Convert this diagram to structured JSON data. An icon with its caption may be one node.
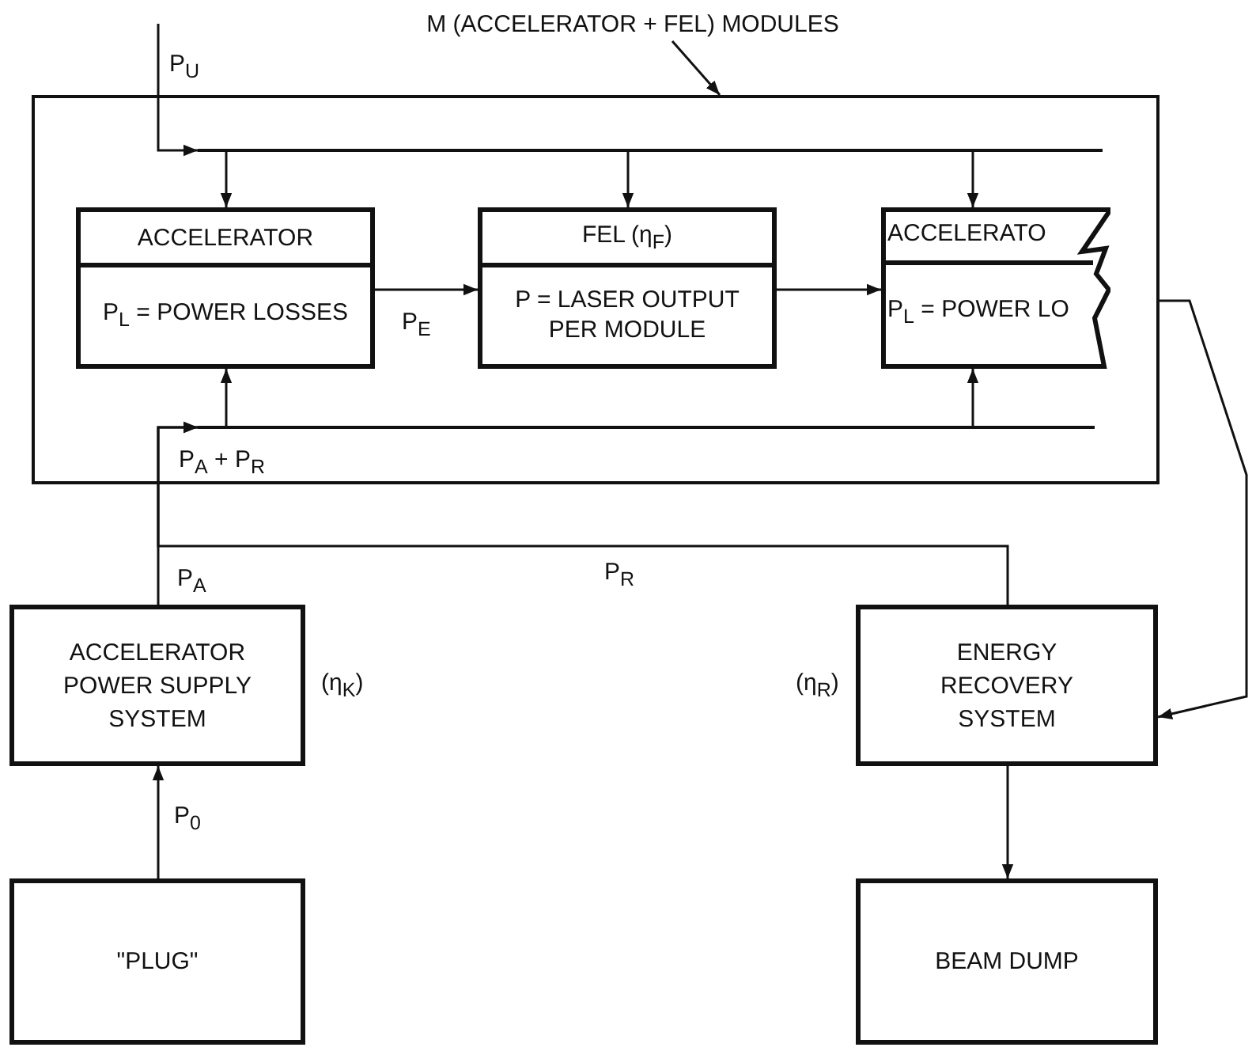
{
  "diagram": {
    "nodes": [
      {
        "text": [],
        "shape": "box"
      },
      {
        "text": [
          "M (ACCELERATOR + FEL) MODULES"
        ]
      },
      {
        "text": [],
        "shape": "bar",
        "in": 0
      },
      {
        "text": [
          "ACCELERATOR",
          "P$_{L}$ = POWER LOSSES"
        ],
        "in": 0
      },
      {
        "text": [
          "FEL (η$_{F}$)",
          "P = LASER OUTPUT PER MODULE"
        ],
        "in": 0
      },
      {
        "text": [
          "ACCELERATO",
          "P$_{L}$ = POWER LO"
        ],
        "in": 0
      },
      {
        "text": [],
        "shape": "bar",
        "in": 0
      },
      {
        "text": [
          "ACCELERATOR POWER SUPPLY SYSTEM"
        ],
        "beside": [
          "(η$_{K}$)"
        ]
      },
      {
        "text": [
          "ENERGY RECOVERY SYSTEM"
        ],
        "beside": [
          "(η$_{R}$)"
        ]
      },
      {
        "text": [
          "\"PLUG\""
        ]
      },
      {
        "text": [
          "BEAM DUMP"
        ]
      }
    ],
    "edges": [
      {
        "from": null,
        "to": 2,
        "arrow": "to",
        "label": "P$_{U}$"
      },
      {
        "from": 2,
        "to": 3,
        "arrow": "to"
      },
      {
        "from": 2,
        "to": 4,
        "arrow": "to"
      },
      {
        "from": 2,
        "to": 5,
        "arrow": "to"
      },
      {
        "from": 3,
        "to": 4,
        "arrow": "to",
        "label": "P$_{E}$"
      },
      {
        "from": 4,
        "to": 5,
        "arrow": "to"
      },
      {
        "from": 6,
        "to": 3,
        "arrow": "to"
      },
      {
        "from": 6,
        "to": 5,
        "arrow": "to"
      },
      {
        "from": 7,
        "to": 6,
        "arrow": "to",
        "label": "P$_{A}$"
      },
      {
        "from": 8,
        "to": 6,
        "arrow": "to",
        "label": "P$_{R}$"
      },
      {
        "from": 0,
        "to": 8,
        "arrow": "to"
      },
      {
        "from": 9,
        "to": 7,
        "arrow": "to",
        "label": "P$_{0}$"
      },
      {
        "from": 8,
        "to": 10,
        "arrow": "to"
      },
      {
        "from": 1,
        "to": 0,
        "arrow": "to"
      }
    ],
    "labels": [
      "P$_{A}$ + P$_{R}$"
    ]
  }
}
